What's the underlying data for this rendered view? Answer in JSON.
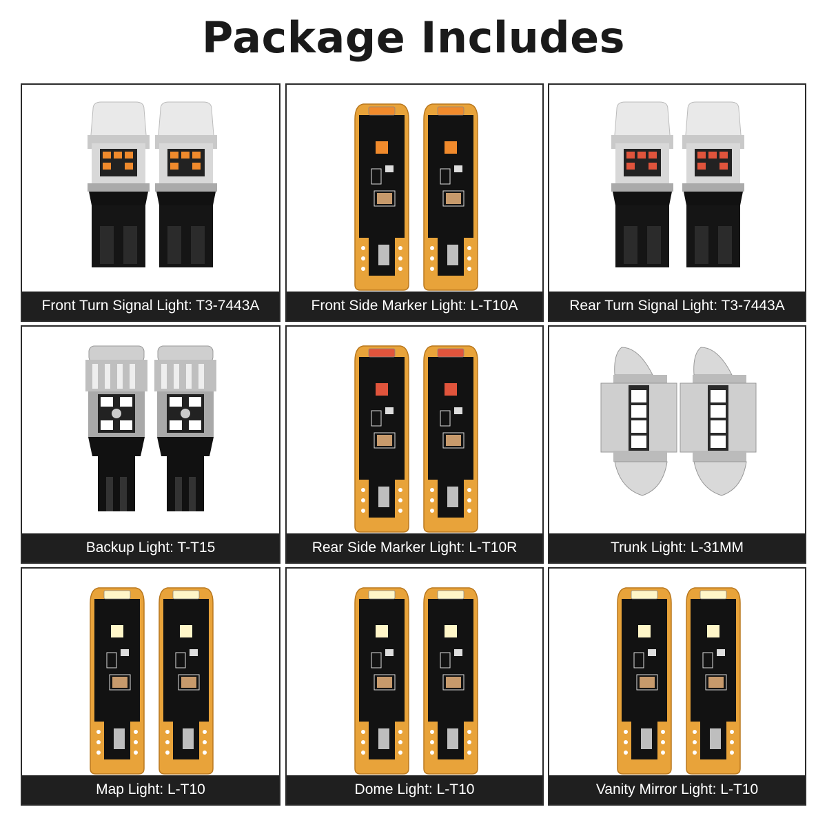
{
  "title": "Package Includes",
  "colors": {
    "caption_bg": "#1f1f1f",
    "border": "#2a2a2a",
    "pcb_gold": "#E8A33A",
    "amber_led": "#F08A2C",
    "red_led": "#E0543C",
    "white_led": "#FFF6C8"
  },
  "items": [
    {
      "label": "Front Turn Signal Light: T3-7443A",
      "bulb_icon": "t3-7443-bulb-icon"
    },
    {
      "label": "Front Side Marker Light: L-T10A",
      "bulb_icon": "t10-pcb-bulb-icon"
    },
    {
      "label": "Rear Turn Signal Light: T3-7443A",
      "bulb_icon": "t3-7443-bulb-icon"
    },
    {
      "label": "Backup Light: T-T15",
      "bulb_icon": "t15-bulb-icon"
    },
    {
      "label": "Rear Side Marker Light: L-T10R",
      "bulb_icon": "t10-pcb-bulb-icon"
    },
    {
      "label": "Trunk Light: L-31MM",
      "bulb_icon": "festoon-31mm-bulb-icon"
    },
    {
      "label": "Map Light: L-T10",
      "bulb_icon": "t10-pcb-bulb-icon"
    },
    {
      "label": "Dome Light: L-T10",
      "bulb_icon": "t10-pcb-bulb-icon"
    },
    {
      "label": "Vanity Mirror Light: L-T10",
      "bulb_icon": "t10-pcb-bulb-icon"
    }
  ]
}
